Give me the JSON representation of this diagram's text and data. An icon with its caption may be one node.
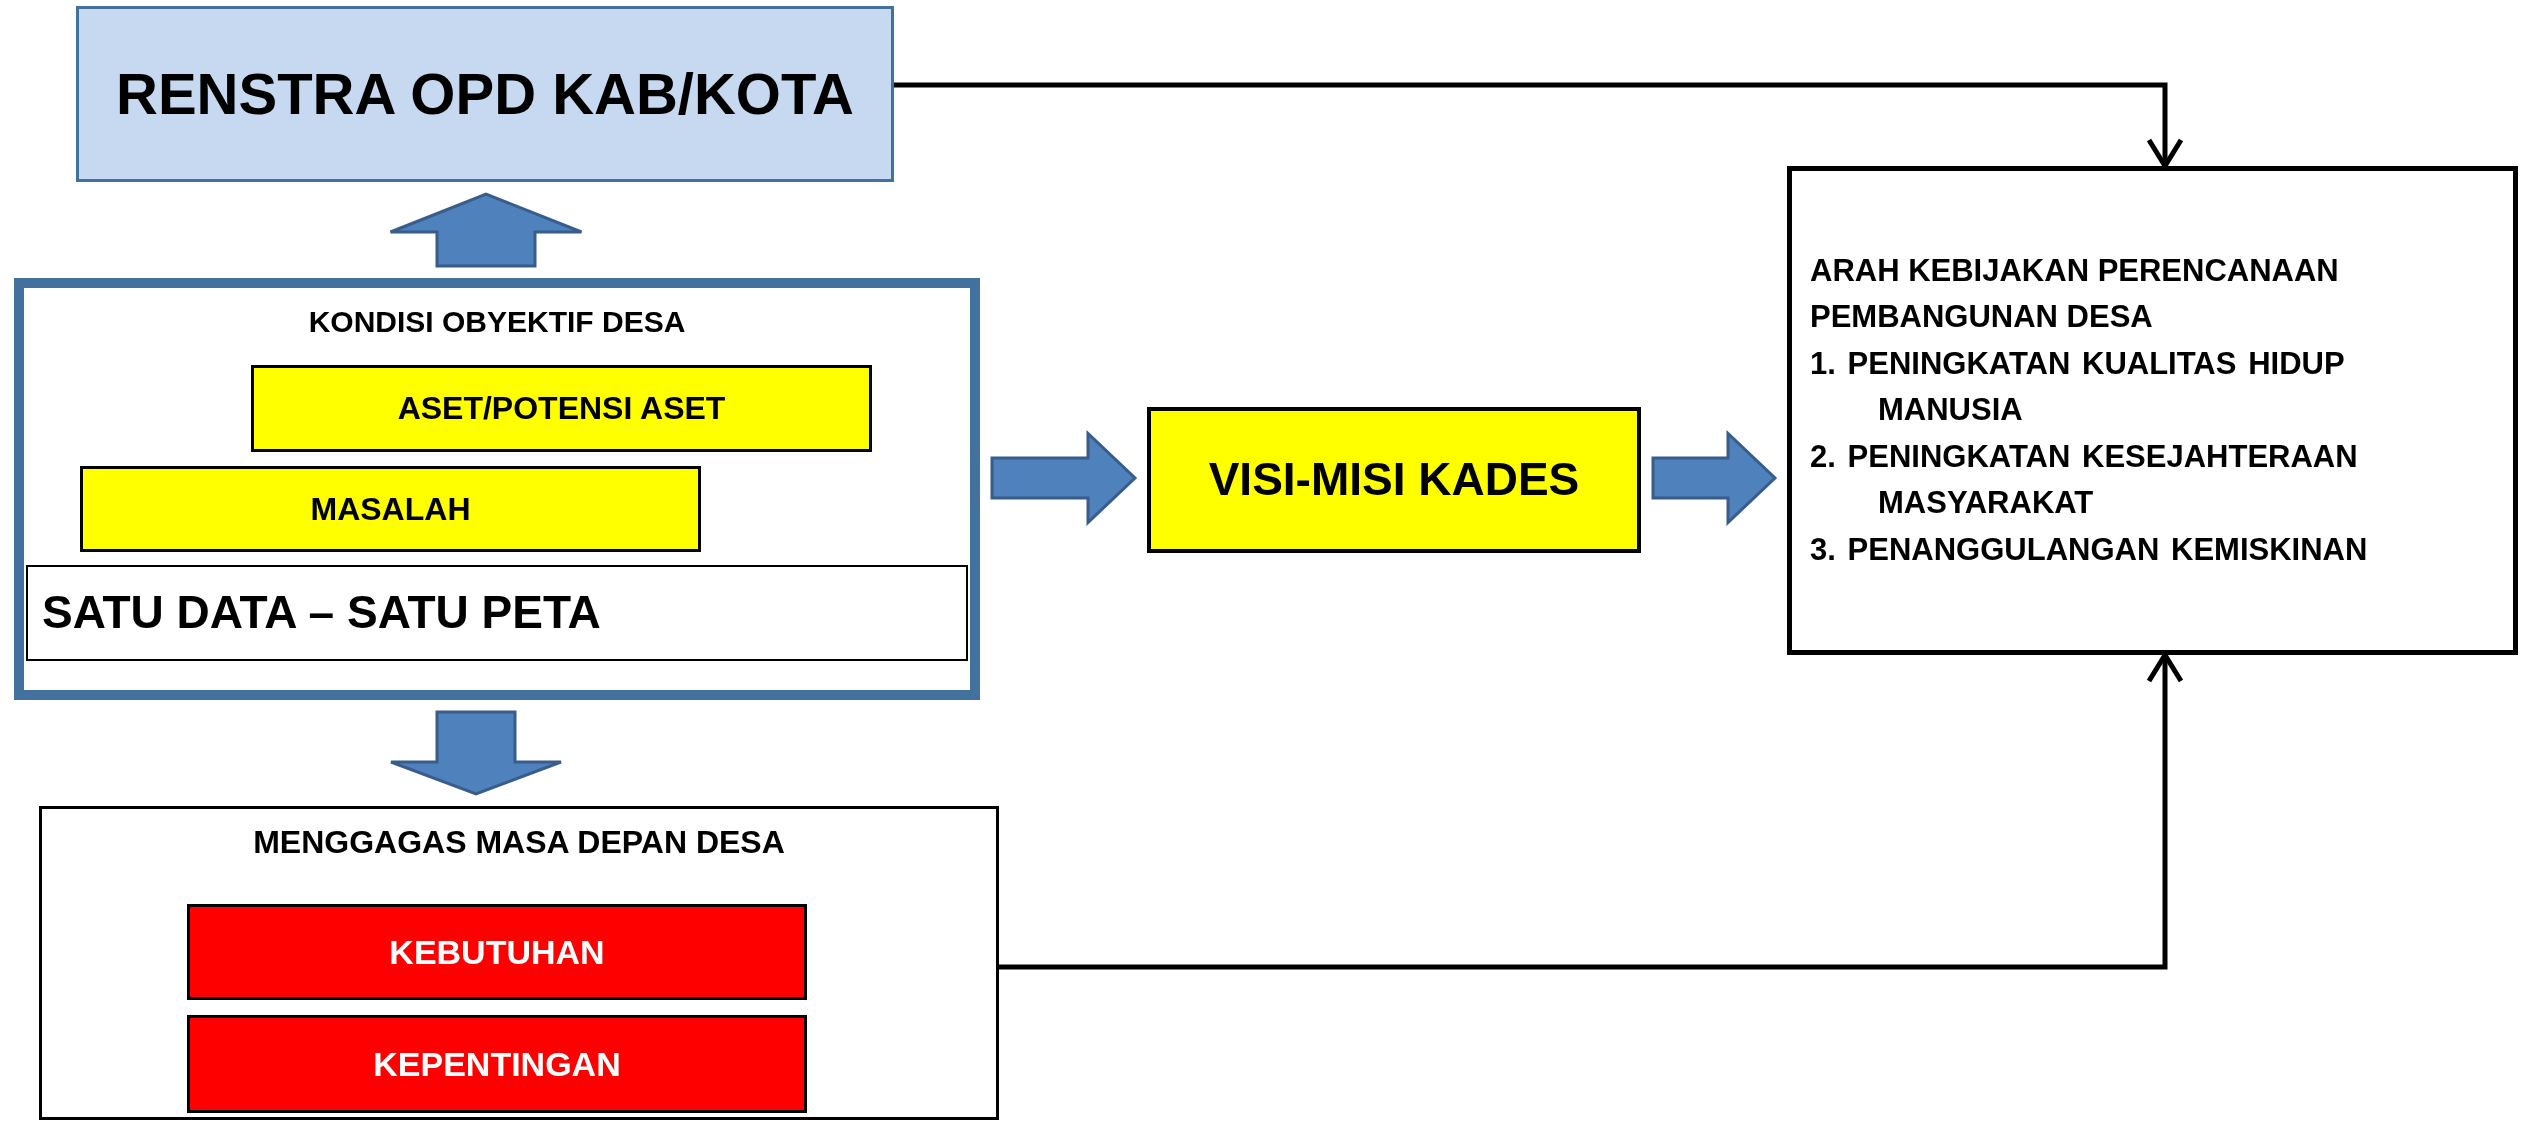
{
  "diagram": {
    "nodes": [
      {
        "text": [
          "RENSTRA OPD KAB/KOTA"
        ]
      },
      {
        "text": [
          "KONDISI OBYEKTIF DESA"
        ]
      },
      {
        "text": [
          "ASET/POTENSI ASET"
        ],
        "in": 1
      },
      {
        "text": [
          "MASALAH"
        ],
        "in": 1
      },
      {
        "text": [
          "SATU DATA – SATU PETA"
        ],
        "in": 1
      },
      {
        "text": [
          "VISI-MISI KADES"
        ]
      },
      {
        "text": [
          "ARAH KEBIJAKAN PERENCANAAN PEMBANGUNAN DESA",
          "1. PENINGKATAN KUALITAS HIDUP MANUSIA",
          "2. PENINGKATAN KESEJAHTERAAN MASYARAKAT",
          "3. PENANGGULANGAN KEMISKINAN"
        ]
      },
      {
        "text": [
          "MENGGAGAS MASA DEPAN DESA"
        ]
      },
      {
        "text": [
          "KEBUTUHAN"
        ],
        "in": 7
      },
      {
        "text": [
          "KEPENTINGAN"
        ],
        "in": 7
      }
    ],
    "edges": [
      {
        "from": 1,
        "to": 0,
        "arrow": "to",
        "style": "thick"
      },
      {
        "from": 1,
        "to": 7,
        "arrow": "to",
        "style": "thick"
      },
      {
        "from": 1,
        "to": 5,
        "arrow": "to",
        "style": "thick"
      },
      {
        "from": 5,
        "to": 6,
        "arrow": "to",
        "style": "thick"
      },
      {
        "from": 0,
        "to": 6,
        "arrow": "to"
      },
      {
        "from": 7,
        "to": 6,
        "arrow": "to"
      }
    ]
  }
}
